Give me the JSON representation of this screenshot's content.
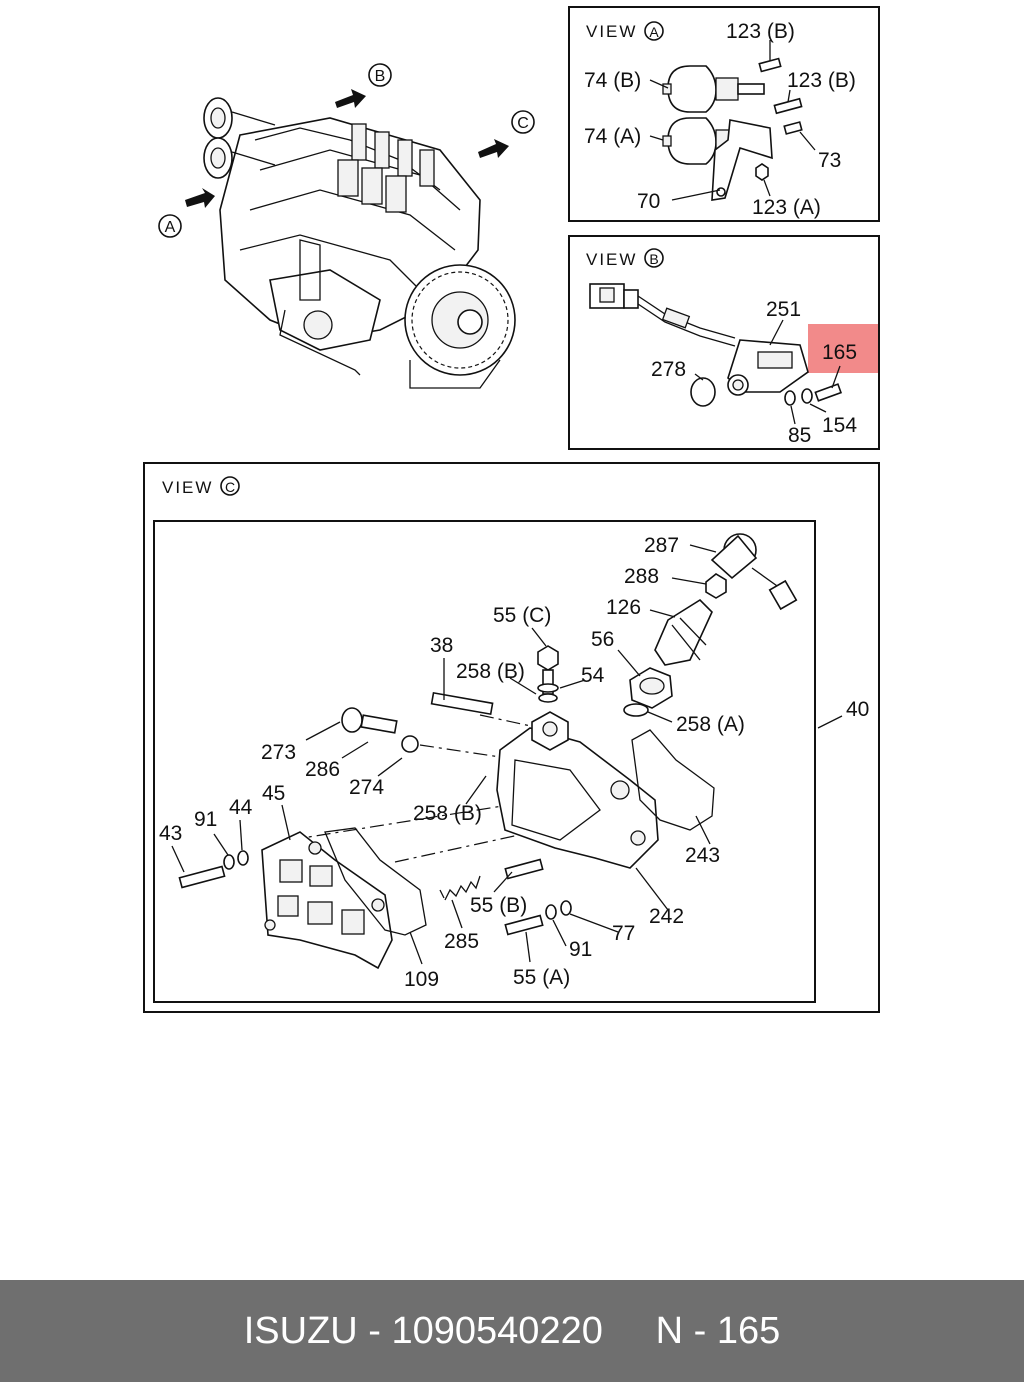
{
  "overview": {
    "callouts": [
      "A",
      "B",
      "C"
    ]
  },
  "view_a": {
    "title": "VIEW",
    "badge": "A",
    "labels": [
      "123 (B)",
      "74 (B)",
      "123 (B)",
      "74 (A)",
      "73",
      "70",
      "123 (A)"
    ]
  },
  "view_b": {
    "title": "VIEW",
    "badge": "B",
    "labels": [
      "251",
      "165",
      "278",
      "154",
      "85"
    ],
    "highlight_color": "#f28a8a"
  },
  "view_c": {
    "title": "VIEW",
    "badge": "C",
    "labels": [
      "287",
      "288",
      "126",
      "55 (C)",
      "56",
      "38",
      "258 (B)",
      "54",
      "258 (A)",
      "40",
      "273",
      "286",
      "274",
      "258 (B)",
      "45",
      "91",
      "44",
      "43",
      "243",
      "55 (B)",
      "242",
      "77",
      "91",
      "285",
      "109",
      "55 (A)"
    ]
  },
  "footer": {
    "brand": "ISUZU",
    "part_number": "1090540220",
    "ref": "N - 165",
    "text": "ISUZU - 1090540220     N - 165"
  }
}
